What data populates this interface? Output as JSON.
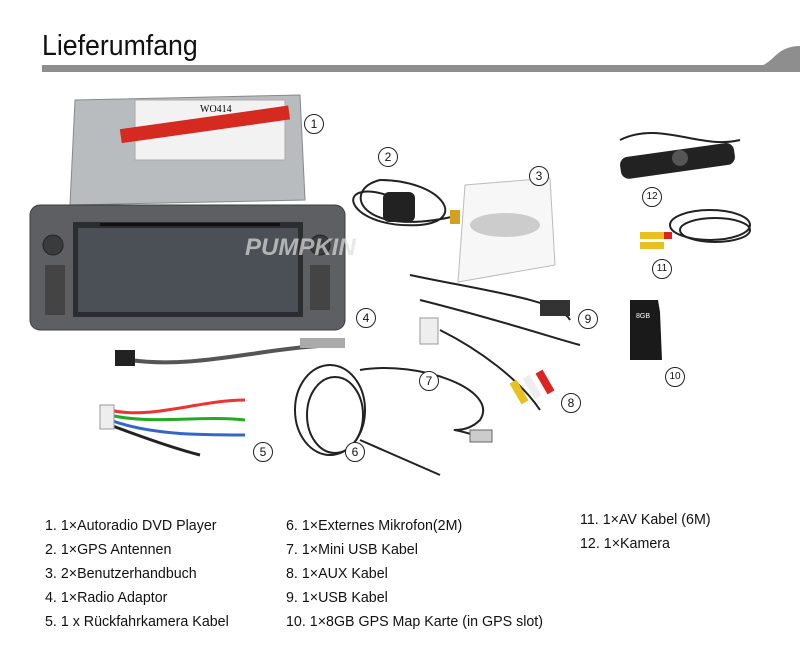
{
  "header": {
    "title": "Lieferumfang"
  },
  "photo": {
    "unit_label": "WO414",
    "watermark": "PUMPKIN",
    "sd_card_label": "8GB",
    "badges": [
      "1",
      "2",
      "3",
      "4",
      "5",
      "6",
      "7",
      "8",
      "9",
      "10",
      "11",
      "12"
    ]
  },
  "items": {
    "col1": [
      "1. 1×Autoradio DVD Player",
      "2. 1×GPS Antennen",
      "3. 2×Benutzerhandbuch",
      "4. 1×Radio Adaptor",
      "5. 1 x Rückfahrkamera Kabel"
    ],
    "col2": [
      "6. 1×Externes Mikrofon(2M)",
      "7. 1×Mini USB Kabel",
      "8. 1×AUX Kabel",
      "9. 1×USB Kabel",
      "10. 1×8GB GPS Map Karte (in GPS slot)"
    ],
    "col3": [
      "11. 1×AV Kabel (6M)",
      "12. 1×Kamera"
    ]
  }
}
